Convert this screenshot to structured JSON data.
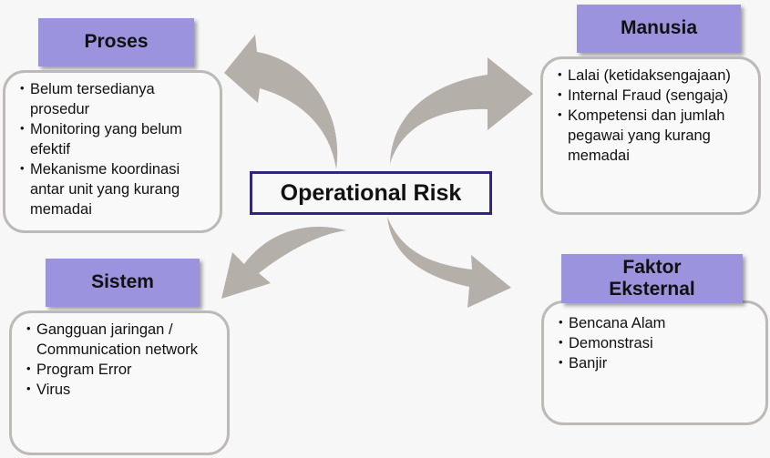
{
  "center": {
    "title": "Operational Risk"
  },
  "colors": {
    "label_bg": "#9b93dd",
    "center_border": "#2e2680",
    "arrow": "#b5afaa",
    "box_border": "#bcbab8"
  },
  "categories": {
    "proses": {
      "title": "Proses",
      "items": [
        "Belum tersedianya prosedur",
        "Monitoring yang belum efektif",
        "Mekanisme koordinasi antar unit yang kurang memadai"
      ]
    },
    "manusia": {
      "title": "Manusia",
      "items": [
        "Lalai (ketidaksengajaan)",
        "Internal Fraud (sengaja)",
        "Kompetensi dan jumlah pegawai yang kurang memadai"
      ]
    },
    "sistem": {
      "title": "Sistem",
      "items": [
        "Gangguan jaringan / Communication network",
        "Program Error",
        "Virus"
      ]
    },
    "faktor_eksternal": {
      "title": "Faktor Eksternal",
      "items": [
        "Bencana Alam",
        "Demonstrasi",
        "Banjir"
      ]
    }
  }
}
